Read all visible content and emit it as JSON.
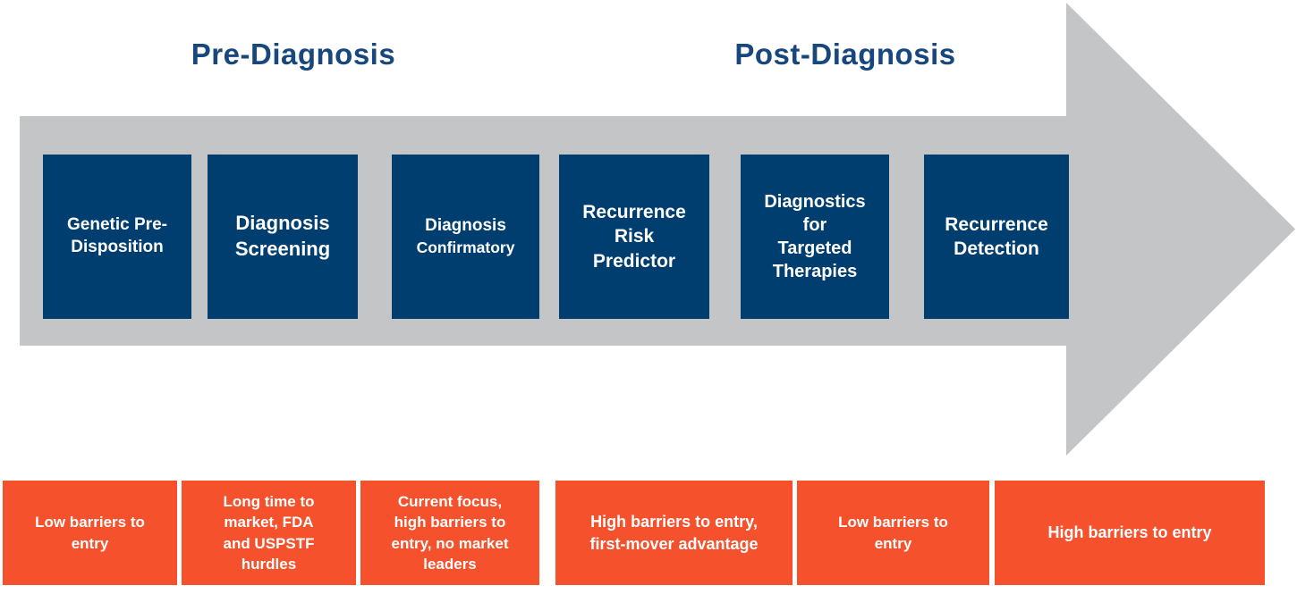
{
  "phases": {
    "pre": "Pre-Diagnosis",
    "post": "Post-Diagnosis"
  },
  "stages": [
    {
      "title": "Genetic Pre-\nDisposition"
    },
    {
      "title": "Diagnosis\nScreening"
    },
    {
      "title": "Diagnosis",
      "subtitle": "Confirmatory"
    },
    {
      "title": "Recurrence\nRisk\nPredictor"
    },
    {
      "title": "Diagnostics\nfor\nTargeted\nTherapies"
    },
    {
      "title": "Recurrence\nDetection"
    }
  ],
  "barriers": [
    {
      "label": "Low barriers to\nentry"
    },
    {
      "label": "Long time to\nmarket, FDA\nand USPSTF\nhurdles"
    },
    {
      "label": "Current focus,\nhigh barriers to\nentry, no market\nleaders"
    },
    {
      "label": "High barriers to entry,\nfirst-mover advantage"
    },
    {
      "label": "Low barriers to\nentry"
    },
    {
      "label": "High barriers to entry"
    }
  ],
  "colors": {
    "stage_navy": "#003e70",
    "heading_navy": "#17477c",
    "arrow_gray": "#c3c5c7",
    "barrier_orange": "#f4512c",
    "text_white": "#ffffff"
  }
}
